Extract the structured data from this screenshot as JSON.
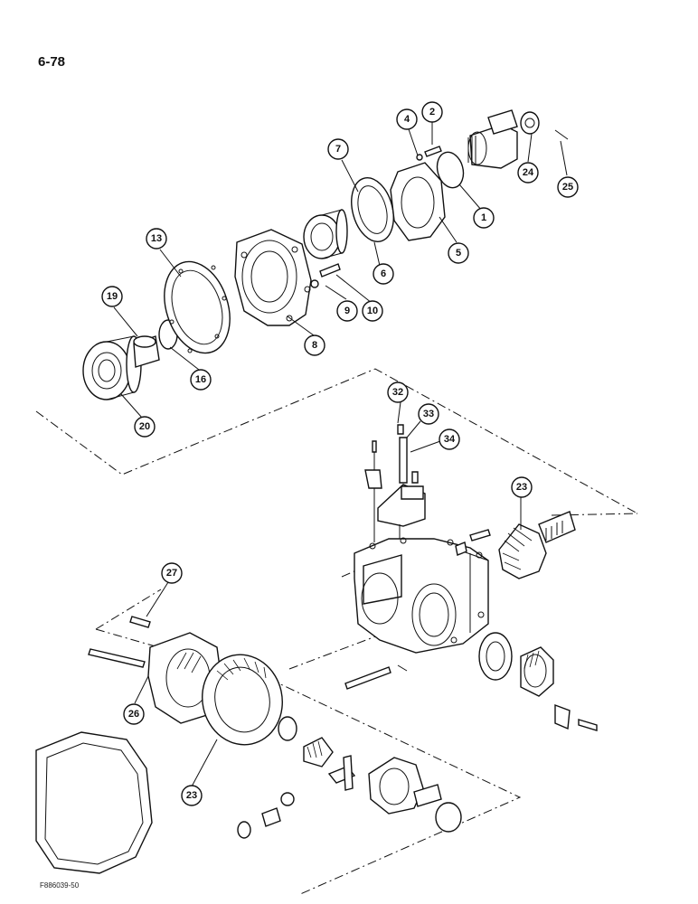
{
  "page": {
    "number": "6-78",
    "figure_code": "F886039-50"
  },
  "callouts": {
    "c1": "1",
    "c2": "2",
    "c4": "4",
    "c5": "5",
    "c6": "6",
    "c7": "7",
    "c8": "8",
    "c9": "9",
    "c10": "10",
    "c13": "13",
    "c16": "16",
    "c19": "19",
    "c20": "20",
    "c23a": "23",
    "c23b": "23",
    "c24": "24",
    "c25": "25",
    "c26": "26",
    "c27": "27",
    "c32": "32",
    "c33": "33",
    "c34": "34"
  }
}
